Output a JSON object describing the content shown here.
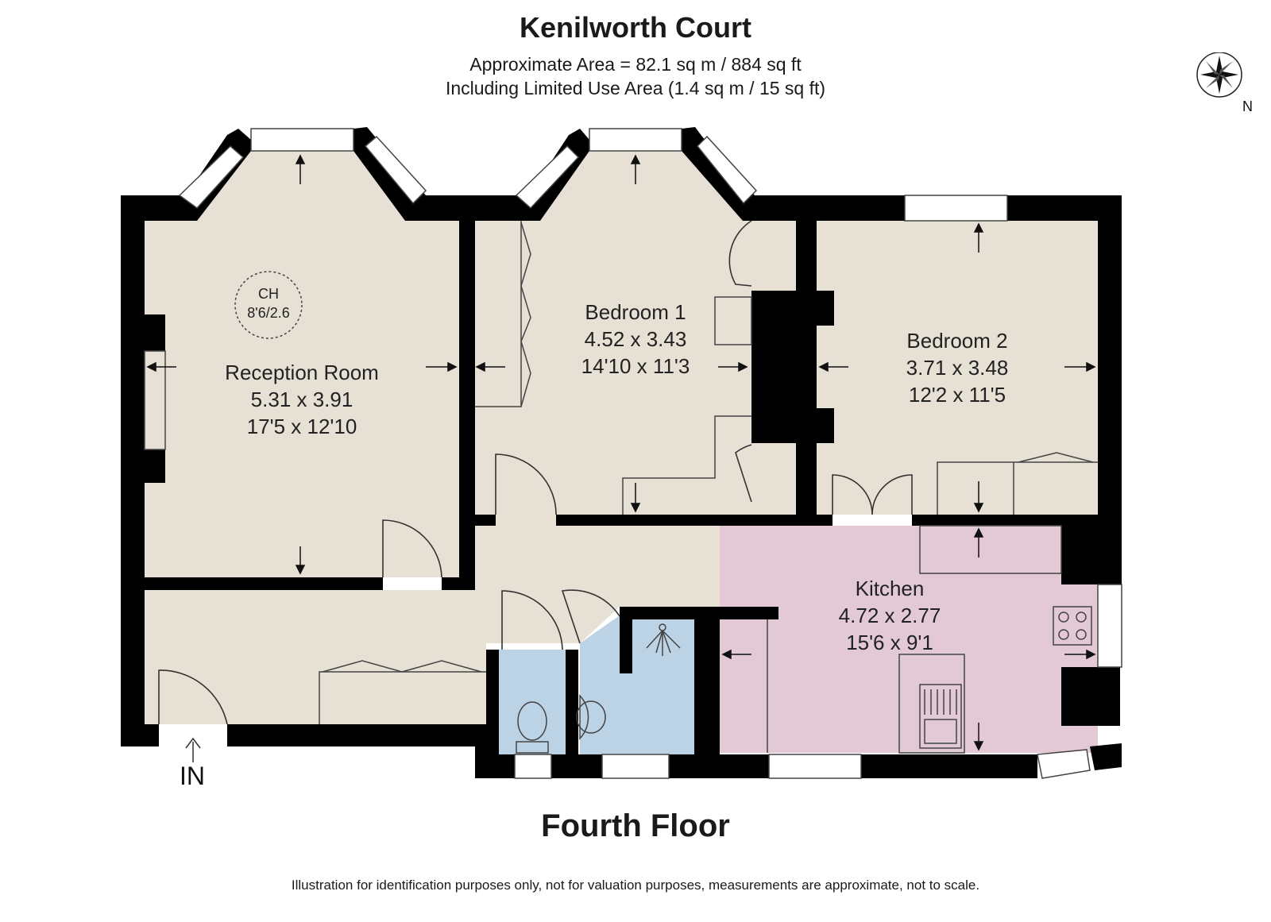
{
  "title": "Kenilworth Court",
  "area_line1": "Approximate Area = 82.1 sq m / 884 sq ft",
  "area_line2": "Including Limited Use Area (1.4 sq m / 15 sq ft)",
  "floor_label": "Fourth Floor",
  "disclaimer": "Illustration for identification purposes only, not for valuation purposes, measurements are approximate, not to scale.",
  "entrance_label": "IN",
  "compass": {
    "label": "N",
    "icon": "compass-rose-icon"
  },
  "ceiling_height": {
    "label": "CH",
    "value": "8'6/2.6"
  },
  "rooms": [
    {
      "name": "Reception Room",
      "metric": "5.31 x 3.91",
      "imperial": "17'5 x 12'10"
    },
    {
      "name": "Bedroom 1",
      "metric": "4.52 x 3.43",
      "imperial": "14'10 x 11'3"
    },
    {
      "name": "Bedroom 2",
      "metric": "3.71 x 3.48",
      "imperial": "12'2 x 11'5"
    },
    {
      "name": "Kitchen",
      "metric": "4.72 x 2.77",
      "imperial": "15'6 x 9'1"
    }
  ],
  "colors": {
    "room_fill": "#e6e0d5",
    "kitchen_fill": "#e3c8d6",
    "bath_fill": "#bcd3e6",
    "wall": "#000000"
  }
}
